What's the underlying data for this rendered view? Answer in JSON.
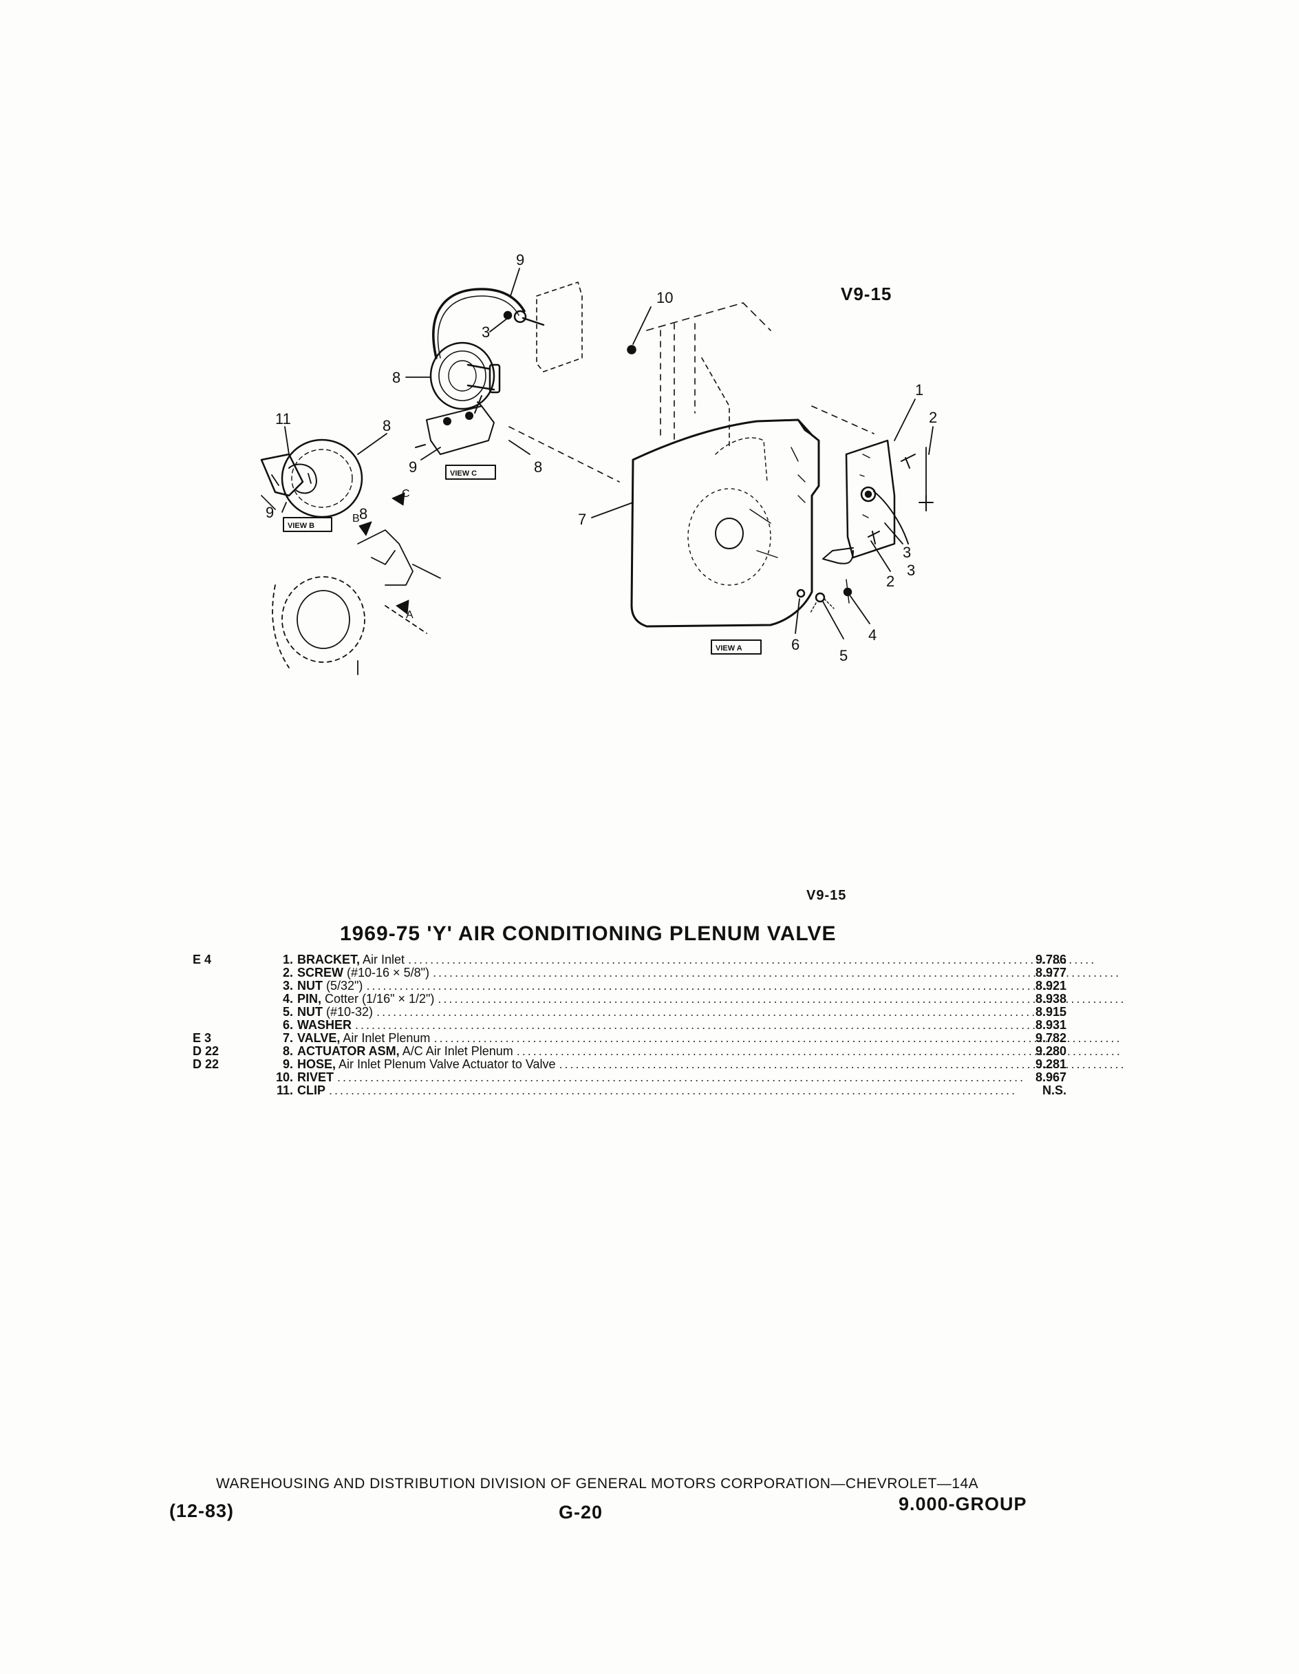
{
  "figure": {
    "code": "V9-15",
    "callouts": [
      "9",
      "10",
      "3",
      "8",
      "11",
      "8",
      "8",
      "9",
      "9",
      "8",
      "7",
      "1",
      "2",
      "3",
      "2",
      "3",
      "6",
      "5",
      "4"
    ],
    "view_labels": [
      "VIEW B",
      "VIEW C",
      "VIEW A"
    ],
    "section_markers": [
      "C",
      "B",
      "A"
    ]
  },
  "section": {
    "code": "V9-15",
    "title": "1969-75 'Y' AIR CONDITIONING PLENUM VALVE"
  },
  "parts": [
    {
      "grid": "E 4",
      "num": "1.",
      "name": "BRACKET,",
      "desc": "Air Inlet",
      "group": "9.786"
    },
    {
      "grid": "",
      "num": "2.",
      "name": "SCREW",
      "desc": "(#10-16 × 5/8\")",
      "group": "8.977"
    },
    {
      "grid": "",
      "num": "3.",
      "name": "NUT",
      "desc": "(5/32\")",
      "group": "8.921"
    },
    {
      "grid": "",
      "num": "4.",
      "name": "PIN,",
      "desc": "Cotter (1/16\" × 1/2\")",
      "group": "8.938"
    },
    {
      "grid": "",
      "num": "5.",
      "name": "NUT",
      "desc": "(#10-32)",
      "group": "8.915"
    },
    {
      "grid": "",
      "num": "6.",
      "name": "WASHER",
      "desc": "",
      "group": "8.931"
    },
    {
      "grid": "E 3",
      "num": "7.",
      "name": "VALVE,",
      "desc": "Air Inlet Plenum",
      "group": "9.782"
    },
    {
      "grid": "D 22",
      "num": "8.",
      "name": "ACTUATOR ASM,",
      "desc": "A/C Air Inlet Plenum",
      "group": "9.280"
    },
    {
      "grid": "D 22",
      "num": "9.",
      "name": "HOSE,",
      "desc": "Air Inlet Plenum Valve Actuator to Valve",
      "group": "9.281"
    },
    {
      "grid": "",
      "num": "10.",
      "name": "RIVET",
      "desc": "",
      "group": "8.967"
    },
    {
      "grid": "",
      "num": "11.",
      "name": "CLIP",
      "desc": "",
      "group": "N.S."
    }
  ],
  "footer": {
    "division": "WAREHOUSING AND DISTRIBUTION DIVISION OF GENERAL MOTORS CORPORATION—CHEVROLET—14A",
    "date": "(12-83)",
    "page": "G-20",
    "group": "9.000-GROUP"
  }
}
